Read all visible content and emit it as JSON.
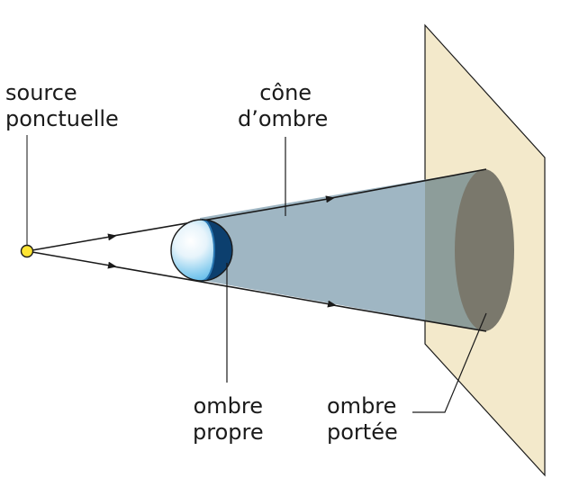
{
  "labels": {
    "source": [
      "source",
      "ponctuelle"
    ],
    "cone": [
      "cône",
      "d’ombre"
    ],
    "ombre_propre": [
      "ombre",
      "propre"
    ],
    "ombre_portee": [
      "ombre",
      "portée"
    ]
  },
  "colors": {
    "screen": "#f3e9cb",
    "shadow_cone": "#9fb6c3",
    "projected_shadow": "#7a786c",
    "cone_outline": "#1a1a1a",
    "source_point": "#ffe534",
    "sphere_dark": "#0c3f6e",
    "sphere_light": "#4fb3e6"
  }
}
